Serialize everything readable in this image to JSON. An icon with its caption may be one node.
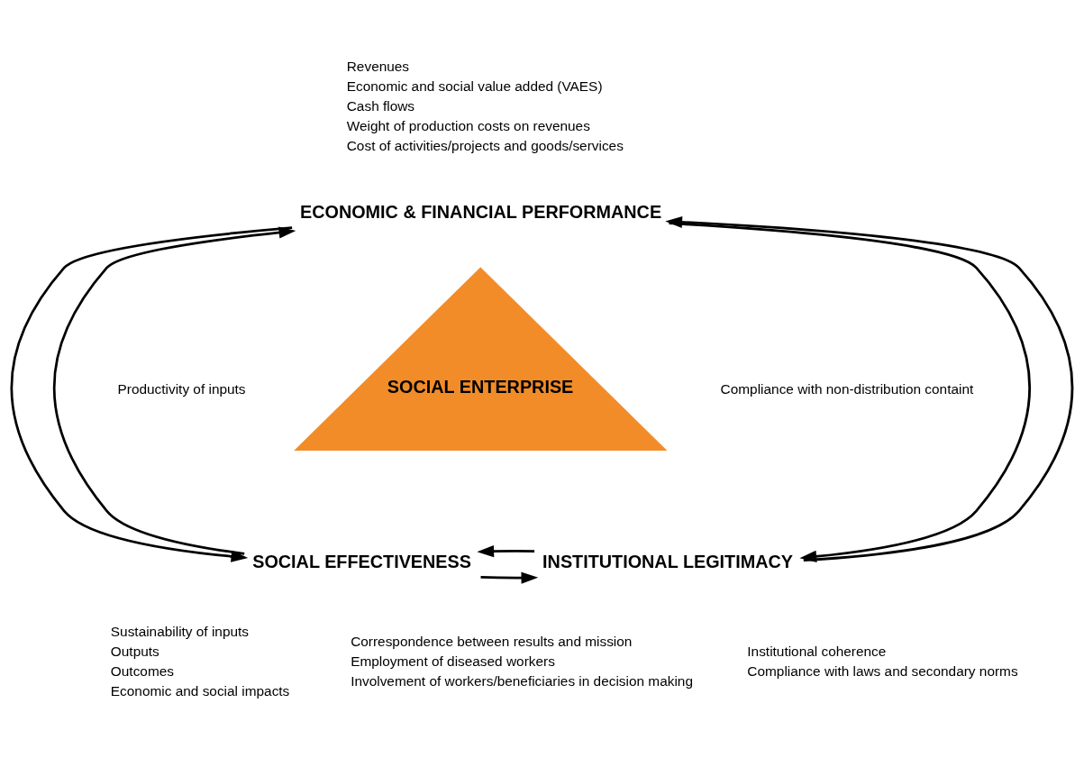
{
  "diagram": {
    "nodes": [
      {
        "text": [
          "ECONOMIC & FINANCIAL PERFORMANCE"
        ]
      },
      {
        "text": [
          "SOCIAL ENTERPRISE"
        ]
      },
      {
        "text": [
          "SOCIAL EFFECTIVENESS"
        ]
      },
      {
        "text": [
          "INSTITUTIONAL LEGITIMACY"
        ]
      }
    ],
    "edges": [
      {
        "from": 0,
        "to": 2,
        "arrow": "to"
      },
      {
        "from": 2,
        "to": 0,
        "arrow": "to"
      },
      {
        "from": 0,
        "to": 3,
        "arrow": "to"
      },
      {
        "from": 3,
        "to": 0,
        "arrow": "to"
      },
      {
        "from": 2,
        "to": 3,
        "arrow": "to"
      },
      {
        "from": 3,
        "to": 2,
        "arrow": "to"
      }
    ],
    "labels": [
      "Revenues",
      "Economic and social value added (VAES)",
      "Cash flows",
      "Weight of production costs on revenues",
      "Cost of activities/projects and goods/services",
      "Productivity of inputs",
      "Compliance with non-distribution containt",
      "Sustainability of inputs",
      "Outputs",
      "Outcomes",
      "Economic and social impacts",
      "Institutional coherence",
      "Compliance with laws and secondary norms",
      "Correspondence between results and mission",
      "Employment of diseased workers",
      "Involvement of workers/beneficiaries in decision making"
    ]
  }
}
